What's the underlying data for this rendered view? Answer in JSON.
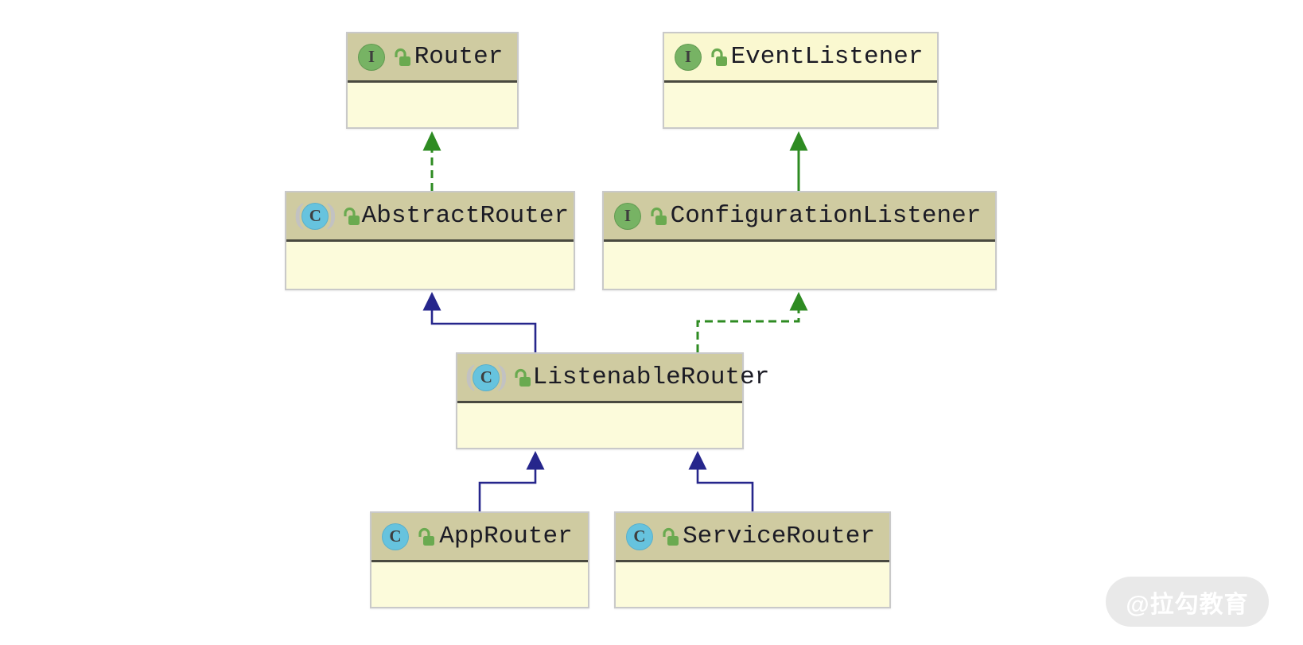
{
  "diagram": {
    "kind": "uml-class-diagram",
    "classes": [
      {
        "name": "Router",
        "type": "interface",
        "icon": "interface-icon",
        "icon_letter": "I",
        "visibility_icon": "unlocked-icon",
        "header_style": "tan",
        "members": ""
      },
      {
        "name": "EventListener",
        "type": "interface",
        "icon": "interface-icon",
        "icon_letter": "I",
        "visibility_icon": "unlocked-icon",
        "header_style": "yellow",
        "members": ""
      },
      {
        "name": "AbstractRouter",
        "type": "abstract-class",
        "icon": "abstract-class-icon",
        "icon_letter": "C",
        "visibility_icon": "unlocked-icon",
        "header_style": "tan",
        "members": ""
      },
      {
        "name": "ConfigurationListener",
        "type": "interface",
        "icon": "interface-icon",
        "icon_letter": "I",
        "visibility_icon": "unlocked-icon",
        "header_style": "tan",
        "members": ""
      },
      {
        "name": "ListenableRouter",
        "type": "abstract-class",
        "icon": "abstract-class-icon",
        "icon_letter": "C",
        "visibility_icon": "unlocked-icon",
        "header_style": "tan",
        "members": ""
      },
      {
        "name": "AppRouter",
        "type": "class",
        "icon": "class-icon",
        "icon_letter": "C",
        "visibility_icon": "unlocked-icon",
        "header_style": "tan",
        "members": ""
      },
      {
        "name": "ServiceRouter",
        "type": "class",
        "icon": "class-icon",
        "icon_letter": "C",
        "visibility_icon": "unlocked-icon",
        "header_style": "tan",
        "members": ""
      }
    ],
    "relations": [
      {
        "from": "AbstractRouter",
        "to": "Router",
        "relation": "implements",
        "line": "dashed",
        "color": "#2e8b22"
      },
      {
        "from": "ConfigurationListener",
        "to": "EventListener",
        "relation": "extends",
        "line": "solid",
        "color": "#2e8b22"
      },
      {
        "from": "ListenableRouter",
        "to": "AbstractRouter",
        "relation": "extends",
        "line": "solid",
        "color": "#26268c"
      },
      {
        "from": "ListenableRouter",
        "to": "ConfigurationListener",
        "relation": "implements",
        "line": "dashed",
        "color": "#2e8b22"
      },
      {
        "from": "AppRouter",
        "to": "ListenableRouter",
        "relation": "extends",
        "line": "solid",
        "color": "#26268c"
      },
      {
        "from": "ServiceRouter",
        "to": "ListenableRouter",
        "relation": "extends",
        "line": "solid",
        "color": "#26268c"
      }
    ],
    "icon_parens": {
      "open": "(",
      "close": ")"
    }
  },
  "colors": {
    "header_tan": "#cfcba1",
    "header_yellow": "#faf8d0",
    "body_yellow": "#fcfbdb",
    "box_border": "#c9c9c9",
    "divider": "#49493f",
    "extends_blue": "#26268c",
    "interface_green": "#2e8b22",
    "interface_badge_green": "#77b364",
    "class_badge_blue": "#66c3de"
  },
  "watermark": {
    "text": "@拉勾教育"
  }
}
